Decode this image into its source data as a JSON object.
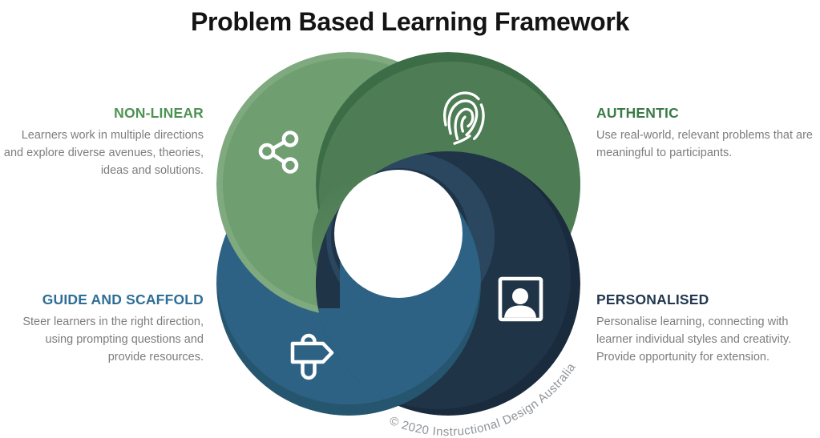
{
  "title": "Problem Based Learning Framework",
  "watermark": "© 2020 Instructional Design Australia",
  "colors": {
    "light_green": "#6F9E71",
    "light_green_rim": "#7FA97E",
    "green_shadow_band": "#4A7951",
    "dark_green": "#4E7D55",
    "dark_green_shade": "#3C6D47",
    "navy": "#203448",
    "navy_shade": "#192B3C",
    "navy_highlight": "#2B475F",
    "blue": "#2E6284",
    "blue_shade": "#26566F",
    "title_color": "#141414",
    "body_text": "#7D7D7D",
    "watermark_color": "#8F9499",
    "icon_color": "#FFFFFF"
  },
  "sections": [
    {
      "id": "non-linear",
      "heading": "NON-LINEAR",
      "heading_color": "#4E9254",
      "icon": "share-nodes-icon",
      "lines": [
        "Learners work in multiple directions",
        "and explore diverse avenues, theories,",
        "ideas and solutions."
      ]
    },
    {
      "id": "authentic",
      "heading": "AUTHENTIC",
      "heading_color": "#3A7A46",
      "icon": "fingerprint-icon",
      "lines": [
        "Use real-world, relevant problems that are",
        "meaningful to participants."
      ]
    },
    {
      "id": "guide-and-scaffold",
      "heading": "GUIDE AND SCAFFOLD",
      "heading_color": "#2E6E96",
      "icon": "signpost-icon",
      "lines": [
        "Steer learners in the right direction,",
        "using prompting questions and",
        "provide resources."
      ]
    },
    {
      "id": "personalised",
      "heading": "PERSONALISED",
      "heading_color": "#233850",
      "icon": "portrait-icon",
      "lines": [
        "Personalise learning, connecting with",
        "learner individual styles and creativity.",
        "Provide opportunity for extension."
      ]
    }
  ]
}
